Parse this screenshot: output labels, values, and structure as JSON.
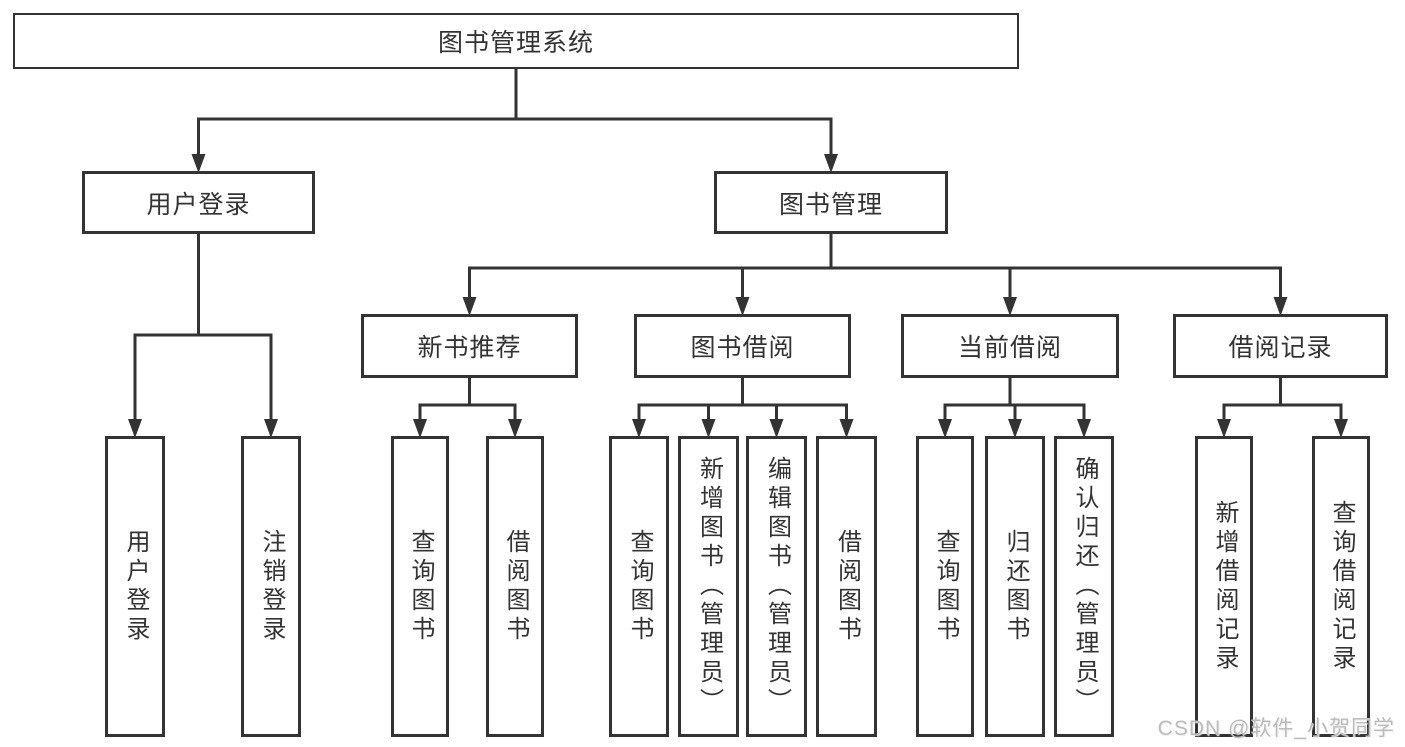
{
  "diagram": {
    "type": "hierarchy-tree",
    "colors": {
      "background": "#ffffff",
      "line": "#333333",
      "box_border": "#333333",
      "box_fill": "#ffffff",
      "text": "#333333"
    },
    "nodes": [
      {
        "id": "root",
        "label": "图书管理系统",
        "level": 1,
        "parent": null,
        "orientation": "horizontal"
      },
      {
        "id": "user-login",
        "label": "用户登录",
        "level": 2,
        "parent": "root",
        "orientation": "horizontal"
      },
      {
        "id": "book-mgmt",
        "label": "图书管理",
        "level": 2,
        "parent": "root",
        "orientation": "horizontal"
      },
      {
        "id": "new-book-rec",
        "label": "新书推荐",
        "level": 3,
        "parent": "book-mgmt",
        "orientation": "horizontal"
      },
      {
        "id": "book-borrow",
        "label": "图书借阅",
        "level": 3,
        "parent": "book-mgmt",
        "orientation": "horizontal"
      },
      {
        "id": "current-borrow",
        "label": "当前借阅",
        "level": 3,
        "parent": "book-mgmt",
        "orientation": "horizontal"
      },
      {
        "id": "borrow-record",
        "label": "借阅记录",
        "level": 3,
        "parent": "book-mgmt",
        "orientation": "horizontal"
      },
      {
        "id": "leaf-user-login",
        "label": "用户登录",
        "level": 4,
        "parent": "user-login",
        "orientation": "vertical"
      },
      {
        "id": "leaf-logout",
        "label": "注销登录",
        "level": 4,
        "parent": "user-login",
        "orientation": "vertical"
      },
      {
        "id": "leaf-query-book-1",
        "label": "查询图书",
        "level": 4,
        "parent": "new-book-rec",
        "orientation": "vertical"
      },
      {
        "id": "leaf-borrow-book-1",
        "label": "借阅图书",
        "level": 4,
        "parent": "new-book-rec",
        "orientation": "vertical"
      },
      {
        "id": "leaf-query-book-2",
        "label": "查询图书",
        "level": 4,
        "parent": "book-borrow",
        "orientation": "vertical"
      },
      {
        "id": "leaf-add-book",
        "label": "新增图书（管理员）",
        "level": 4,
        "parent": "book-borrow",
        "orientation": "vertical"
      },
      {
        "id": "leaf-edit-book",
        "label": "编辑图书（管理员）",
        "level": 4,
        "parent": "book-borrow",
        "orientation": "vertical"
      },
      {
        "id": "leaf-borrow-book-2",
        "label": "借阅图书",
        "level": 4,
        "parent": "book-borrow",
        "orientation": "vertical"
      },
      {
        "id": "leaf-query-book-3",
        "label": "查询图书",
        "level": 4,
        "parent": "current-borrow",
        "orientation": "vertical"
      },
      {
        "id": "leaf-return-book",
        "label": "归还图书",
        "level": 4,
        "parent": "current-borrow",
        "orientation": "vertical"
      },
      {
        "id": "leaf-confirm-return",
        "label": "确认归还（管理员）",
        "level": 4,
        "parent": "current-borrow",
        "orientation": "vertical"
      },
      {
        "id": "leaf-add-record",
        "label": "新增借阅记录",
        "level": 4,
        "parent": "borrow-record",
        "orientation": "vertical"
      },
      {
        "id": "leaf-query-record",
        "label": "查询借阅记录",
        "level": 4,
        "parent": "borrow-record",
        "orientation": "vertical"
      }
    ]
  },
  "watermark": {
    "text": "CSDN @软件_小贺同学",
    "color": "#bcbcbc"
  }
}
